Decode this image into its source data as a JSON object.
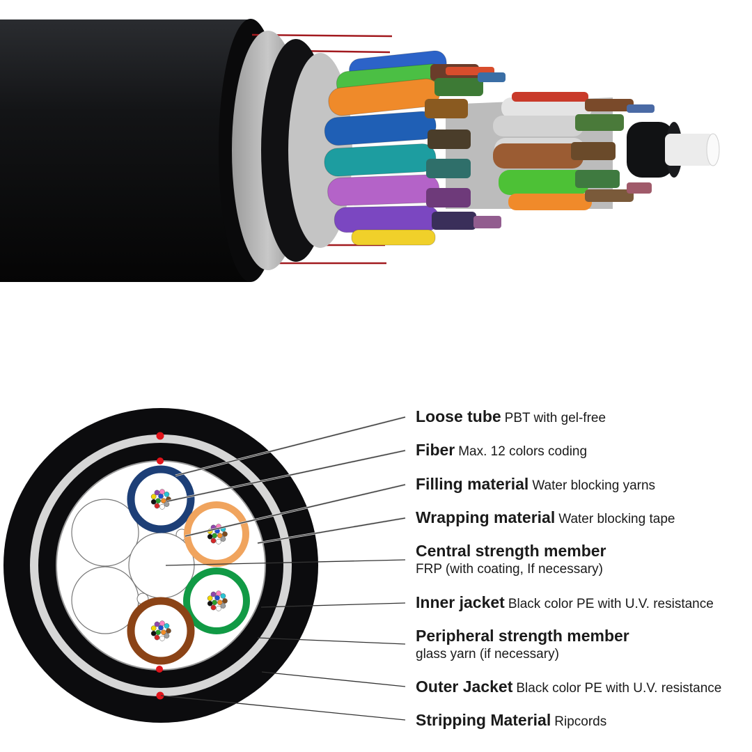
{
  "palette": {
    "jacket": "#0c0c0e",
    "tape": "#d6d6d6",
    "ripcord": "#e0141b",
    "blue_tube": "#1d3f77",
    "orange_tube": "#f0a45e",
    "green_tube": "#119a45",
    "brown_tube": "#8b4316",
    "fiber_colors": [
      "#1f4fd1",
      "#f28c28",
      "#2ca02c",
      "#7a4a1f",
      "#9e9e9e",
      "#ffffff",
      "#d62728",
      "#111111",
      "#f2d600",
      "#8e44ad",
      "#ff7fbf",
      "#29c5d6"
    ]
  },
  "labels": [
    {
      "key": "loose_tube",
      "title": "Loose tube",
      "desc": "PBT with gel-free",
      "desc2": ""
    },
    {
      "key": "fiber",
      "title": "Fiber",
      "desc": "Max. 12 colors coding",
      "desc2": ""
    },
    {
      "key": "filling",
      "title": "Filling material",
      "desc": "Water blocking yarns",
      "desc2": ""
    },
    {
      "key": "wrapping",
      "title": "Wrapping material",
      "desc": "Water blocking tape",
      "desc2": ""
    },
    {
      "key": "csm",
      "title": "Central strength member",
      "desc": "",
      "desc2": "FRP (with coating, If necessary)"
    },
    {
      "key": "inner",
      "title": "Inner jacket",
      "desc": "Black color PE with U.V. resistance",
      "desc2": ""
    },
    {
      "key": "psm",
      "title": "Peripheral strength member",
      "desc": "",
      "desc2": "glass yarn (if necessary)"
    },
    {
      "key": "outer",
      "title": "Outer Jacket",
      "desc": "Black color PE with U.V. resistance",
      "desc2": ""
    },
    {
      "key": "strip",
      "title": "Stripping Material",
      "desc": "Ripcords",
      "desc2": ""
    }
  ]
}
